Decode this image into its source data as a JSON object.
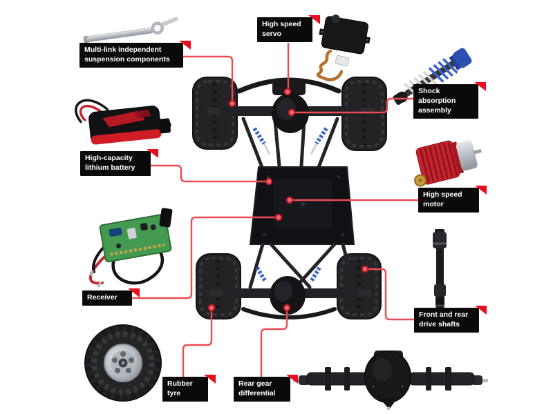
{
  "colors": {
    "background": "#ffffff",
    "label_bg": "#0a0a0a",
    "label_text": "#ffffff",
    "corner_fold": "#e8101e",
    "callout_line": "#ef4b54",
    "callout_dot_fill": "#e96a70",
    "callout_dot_ring": "#c21722",
    "shock_blue": "#3a63c8",
    "motor_red": "#c3242e",
    "battery_red": "#d01c24",
    "pcb_green": "#449a50",
    "wire_orange": "#b5722f"
  },
  "labels": [
    {
      "id": "multi-link-suspension",
      "text": "Multi-link independent\nsuspension components"
    },
    {
      "id": "high-speed-servo",
      "text": "High speed\nservo"
    },
    {
      "id": "shock-absorption",
      "text": "Shock\nabsorption\nassembly"
    },
    {
      "id": "lithium-battery",
      "text": "High-capacity\nlithium battery"
    },
    {
      "id": "high-speed-motor",
      "text": "High speed\nmotor"
    },
    {
      "id": "receiver",
      "text": "Receiver"
    },
    {
      "id": "drive-shafts",
      "text": "Front and rear\ndrive shafts"
    },
    {
      "id": "rubber-tyre",
      "text": "Rubber\ntyre"
    },
    {
      "id": "rear-gear-differential",
      "text": "Rear gear\ndifferential"
    }
  ],
  "illustrations": [
    "suspension-link-rod",
    "servo",
    "shock-absorber",
    "lithium-battery-pack",
    "electric-motor",
    "receiver-board",
    "drive-shaft",
    "rubber-wheel",
    "rear-axle-assembly",
    "rc-car-chassis-top-view"
  ]
}
